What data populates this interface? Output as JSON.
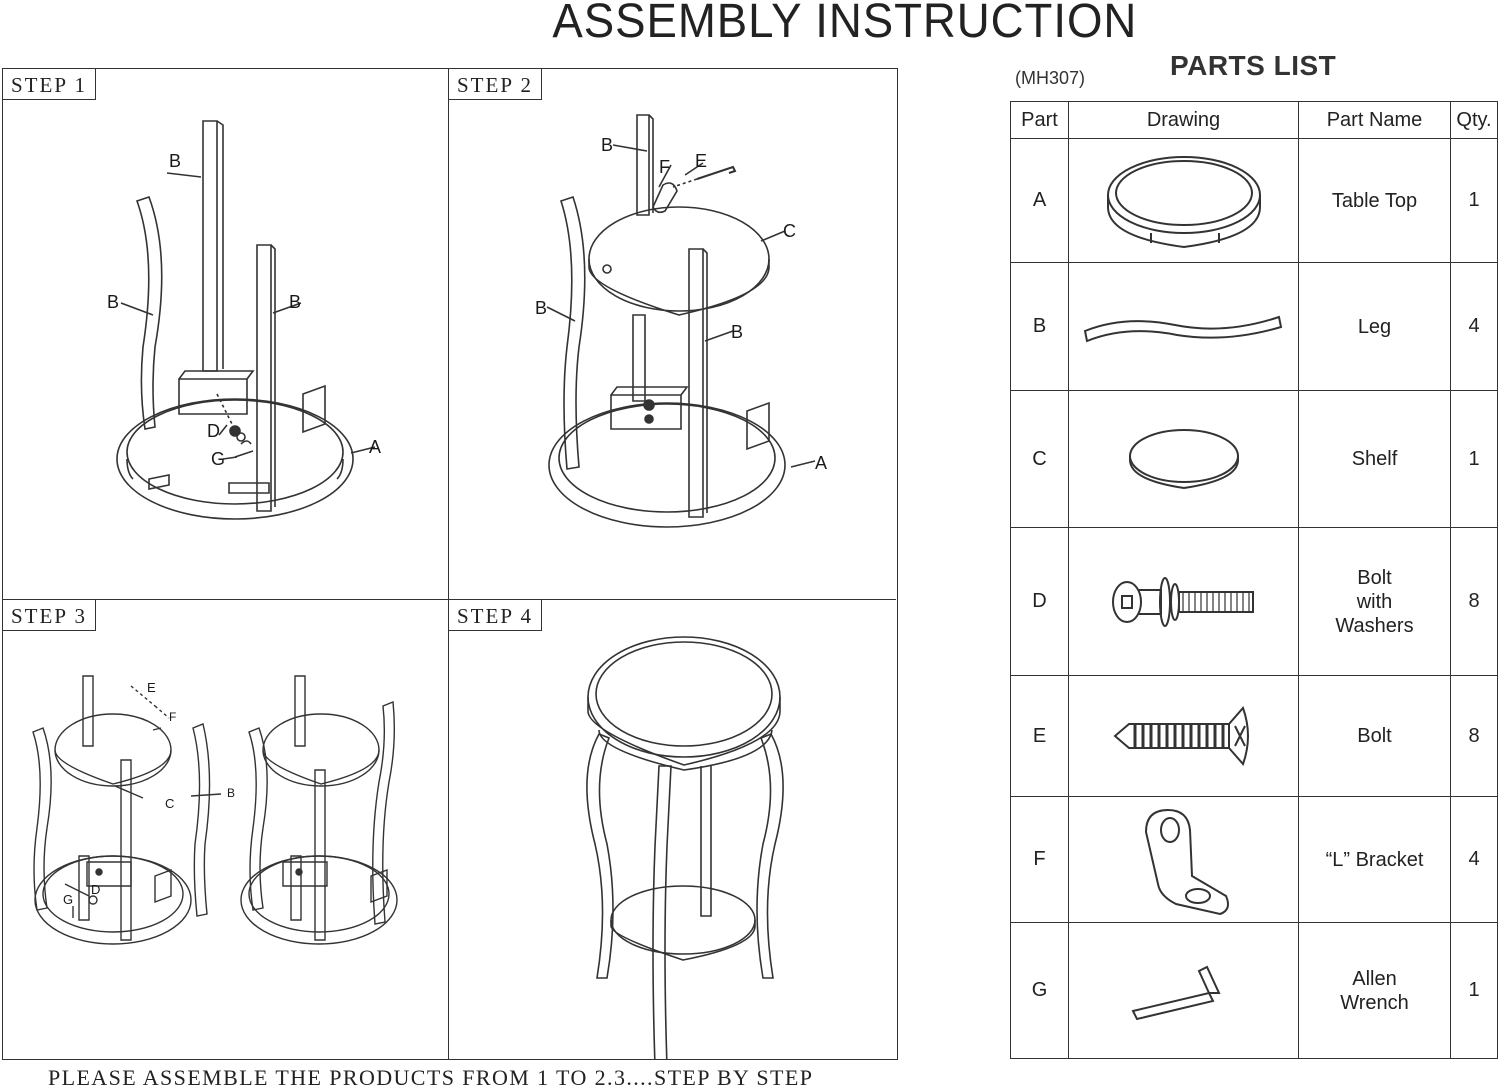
{
  "title": "ASSEMBLY INSTRUCTION",
  "steps": [
    {
      "label": "STEP 1",
      "callouts": {
        "b": "B",
        "d": "D",
        "g": "G",
        "a": "A"
      }
    },
    {
      "label": "STEP 2",
      "callouts": {
        "b": "B",
        "f": "F",
        "e": "E",
        "c": "C",
        "a": "A"
      }
    },
    {
      "label": "STEP 3",
      "callouts": {
        "e": "E",
        "f": "F",
        "c": "C",
        "b": "B",
        "d": "D",
        "g": "G"
      }
    },
    {
      "label": "STEP 4"
    }
  ],
  "footer": "PLEASE ASSEMBLE THE PRODUCTS FROM 1 TO 2.3....STEP BY STEP",
  "parts_list": {
    "model": "(MH307)",
    "title": "PARTS LIST",
    "headers": {
      "part": "Part",
      "drawing": "Drawing",
      "name": "Part Name",
      "qty": "Qty."
    },
    "rows": [
      {
        "part": "A",
        "name": "Table Top",
        "qty": "1",
        "icon": "table-top-icon"
      },
      {
        "part": "B",
        "name": "Leg",
        "qty": "4",
        "icon": "leg-icon"
      },
      {
        "part": "C",
        "name": "Shelf",
        "qty": "1",
        "icon": "shelf-icon"
      },
      {
        "part": "D",
        "name_lines": [
          "Bolt",
          "with",
          "Washers"
        ],
        "qty": "8",
        "icon": "bolt-with-washers-icon"
      },
      {
        "part": "E",
        "name": "Bolt",
        "qty": "8",
        "icon": "bolt-icon"
      },
      {
        "part": "F",
        "name": "“L” Bracket",
        "qty": "4",
        "icon": "l-bracket-icon"
      },
      {
        "part": "G",
        "name_lines": [
          "Allen",
          "Wrench"
        ],
        "qty": "1",
        "icon": "allen-wrench-icon"
      }
    ]
  }
}
